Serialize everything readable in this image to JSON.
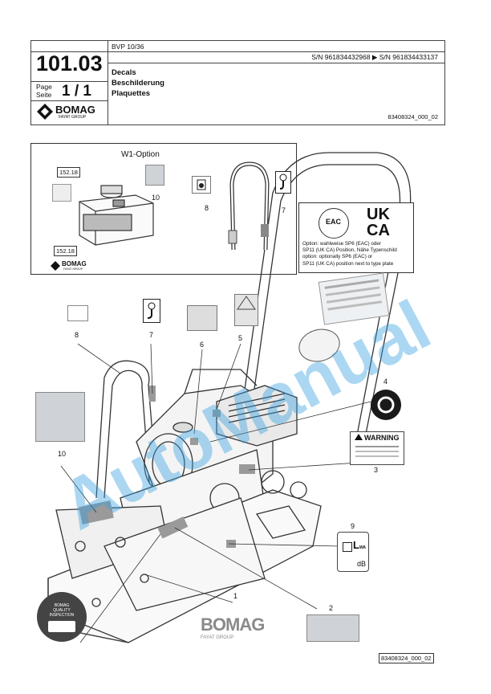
{
  "header": {
    "page_ref": "101.03",
    "model": "BVP 10/36",
    "serial_range": "S/N 961834432968  ▶  S/N 961834433137",
    "page_label_en": "Page",
    "page_label_de": "Seite",
    "page_value": "1  /  1",
    "title_en": "Decals",
    "title_de": "Beschilderung",
    "title_fr": "Plaquettes",
    "doc_code": "83408324_000_02",
    "brand": "BOMAG",
    "brand_sub": "FAYAT GROUP"
  },
  "w1_option": {
    "title": "W1-Option",
    "label_top": "152.18",
    "label_bottom": "152.18",
    "callouts": [
      "10",
      "8",
      "7"
    ],
    "brand": "BOMAG",
    "brand_sub": "FAYAT GROUP"
  },
  "ukca_box": {
    "mark_top": "UK",
    "mark_bottom": "CA",
    "eac": "EAC",
    "text_lines": [
      "Option: wahlweise SP6 (EAC) oder",
      "SP11 (UK CA) Position, Nähe Typenschild",
      "option: optionally SP6 (EAC) or",
      "SP11 (UK CA) position next to type plate"
    ]
  },
  "callouts": [
    "8",
    "7",
    "6",
    "5",
    "4",
    "3",
    "10",
    "9",
    "2",
    "1"
  ],
  "warning_decal": {
    "title": "WARNING"
  },
  "noise_decal": {
    "symbol": "L",
    "sub": "WA",
    "unit": "dB"
  },
  "inspection_stamp": {
    "line1": "BOMAG",
    "line2": "QUALITY",
    "line3": "INSPECTION"
  },
  "bottom_brand": {
    "name": "BOMAG",
    "sub": "FAYAT GROUP"
  },
  "footer_code": "83408324_000_02",
  "watermark": "AutoManual"
}
